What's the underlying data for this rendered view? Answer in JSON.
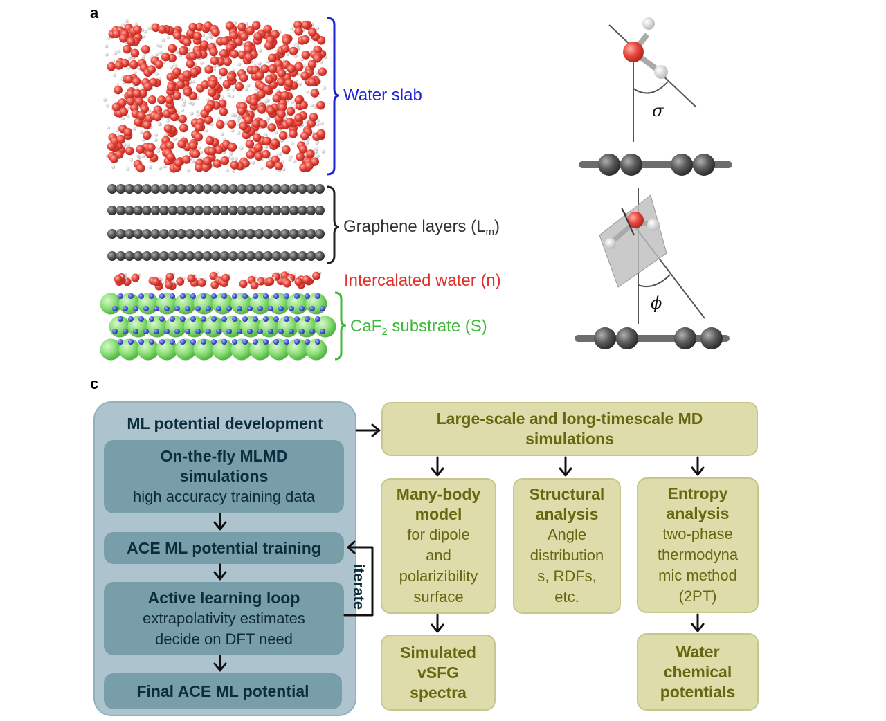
{
  "panel_a": {
    "letter": "a",
    "labels": {
      "water_slab": "Water slab",
      "graphene_prefix": "Graphene layers (L",
      "graphene_sub": "m",
      "graphene_suffix": ")",
      "intercalated": "Intercalated water (n)",
      "caf_prefix": "CaF",
      "caf_sub": "2",
      "caf_suffix": " substrate (S)"
    },
    "angles": {
      "sigma": "σ",
      "phi": "ϕ"
    }
  },
  "panel_c": {
    "letter": "c",
    "ml_dev": {
      "title": "ML potential development",
      "onthefly_title_1": "On-the-fly MLMD",
      "onthefly_title_2": "simulations",
      "onthefly_sub": "high accuracy training data",
      "ace_training": "ACE ML potential training",
      "active_title": "Active learning loop",
      "active_sub_1": "extrapolativity estimates",
      "active_sub_2": "decide on DFT need",
      "final": "Final ACE ML potential",
      "iterate": "iterate"
    },
    "md": {
      "title_1": "Large-scale and long-timescale MD",
      "title_2": "simulations"
    },
    "manybody": {
      "t1": "Many-body",
      "t2": "model",
      "s1": "for dipole",
      "s2": "and",
      "s3": "polarizibility",
      "s4": "surface"
    },
    "structural": {
      "t1": "Structural",
      "t2": "analysis",
      "s1": "Angle",
      "s2": "distribution",
      "s3": "s, RDFs,",
      "s4": "etc."
    },
    "entropy": {
      "t1": "Entropy",
      "t2": "analysis",
      "s1": "two-phase",
      "s2": "thermodyna",
      "s3": "mic method",
      "s4": "(2PT)"
    },
    "vsfg": {
      "t1": "Simulated",
      "t2": "vSFG",
      "t3": "spectra"
    },
    "chempot": {
      "t1": "Water",
      "t2": "chemical",
      "t3": "potentials"
    }
  },
  "colors": {
    "water_label": "#1f23d6",
    "graphene_label": "#333333",
    "intercalated_label": "#e0312a",
    "caf_label": "#3fb83b",
    "oxygen": "#e8463c",
    "carbon": "#5a5a5a",
    "calcium": "#8ee07a",
    "fluorine": "#4a5ad8"
  }
}
